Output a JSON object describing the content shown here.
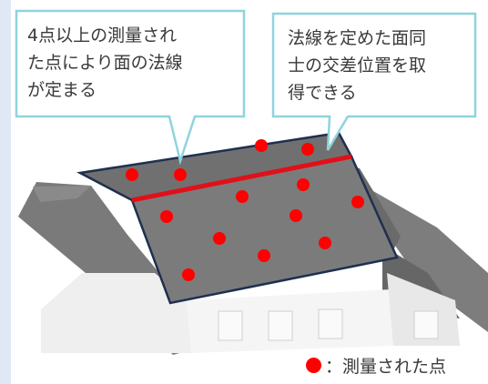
{
  "callouts": {
    "left": {
      "lines": [
        "4点以上の測量され",
        "た点により面の法線",
        "が定まる"
      ]
    },
    "right": {
      "lines": [
        "法線を定めた面同",
        "士の交差位置を取",
        "得できる"
      ]
    }
  },
  "legend": {
    "separator": "：",
    "label": "測量された点"
  },
  "colors": {
    "survey_point": "#ff0000",
    "intersection_line": "#e0101a",
    "plane_outline": "#1f2f4f",
    "callout_border": "#8fd3df",
    "roof_dark": "#6f6f6f",
    "wall": "#f2f2f2"
  }
}
